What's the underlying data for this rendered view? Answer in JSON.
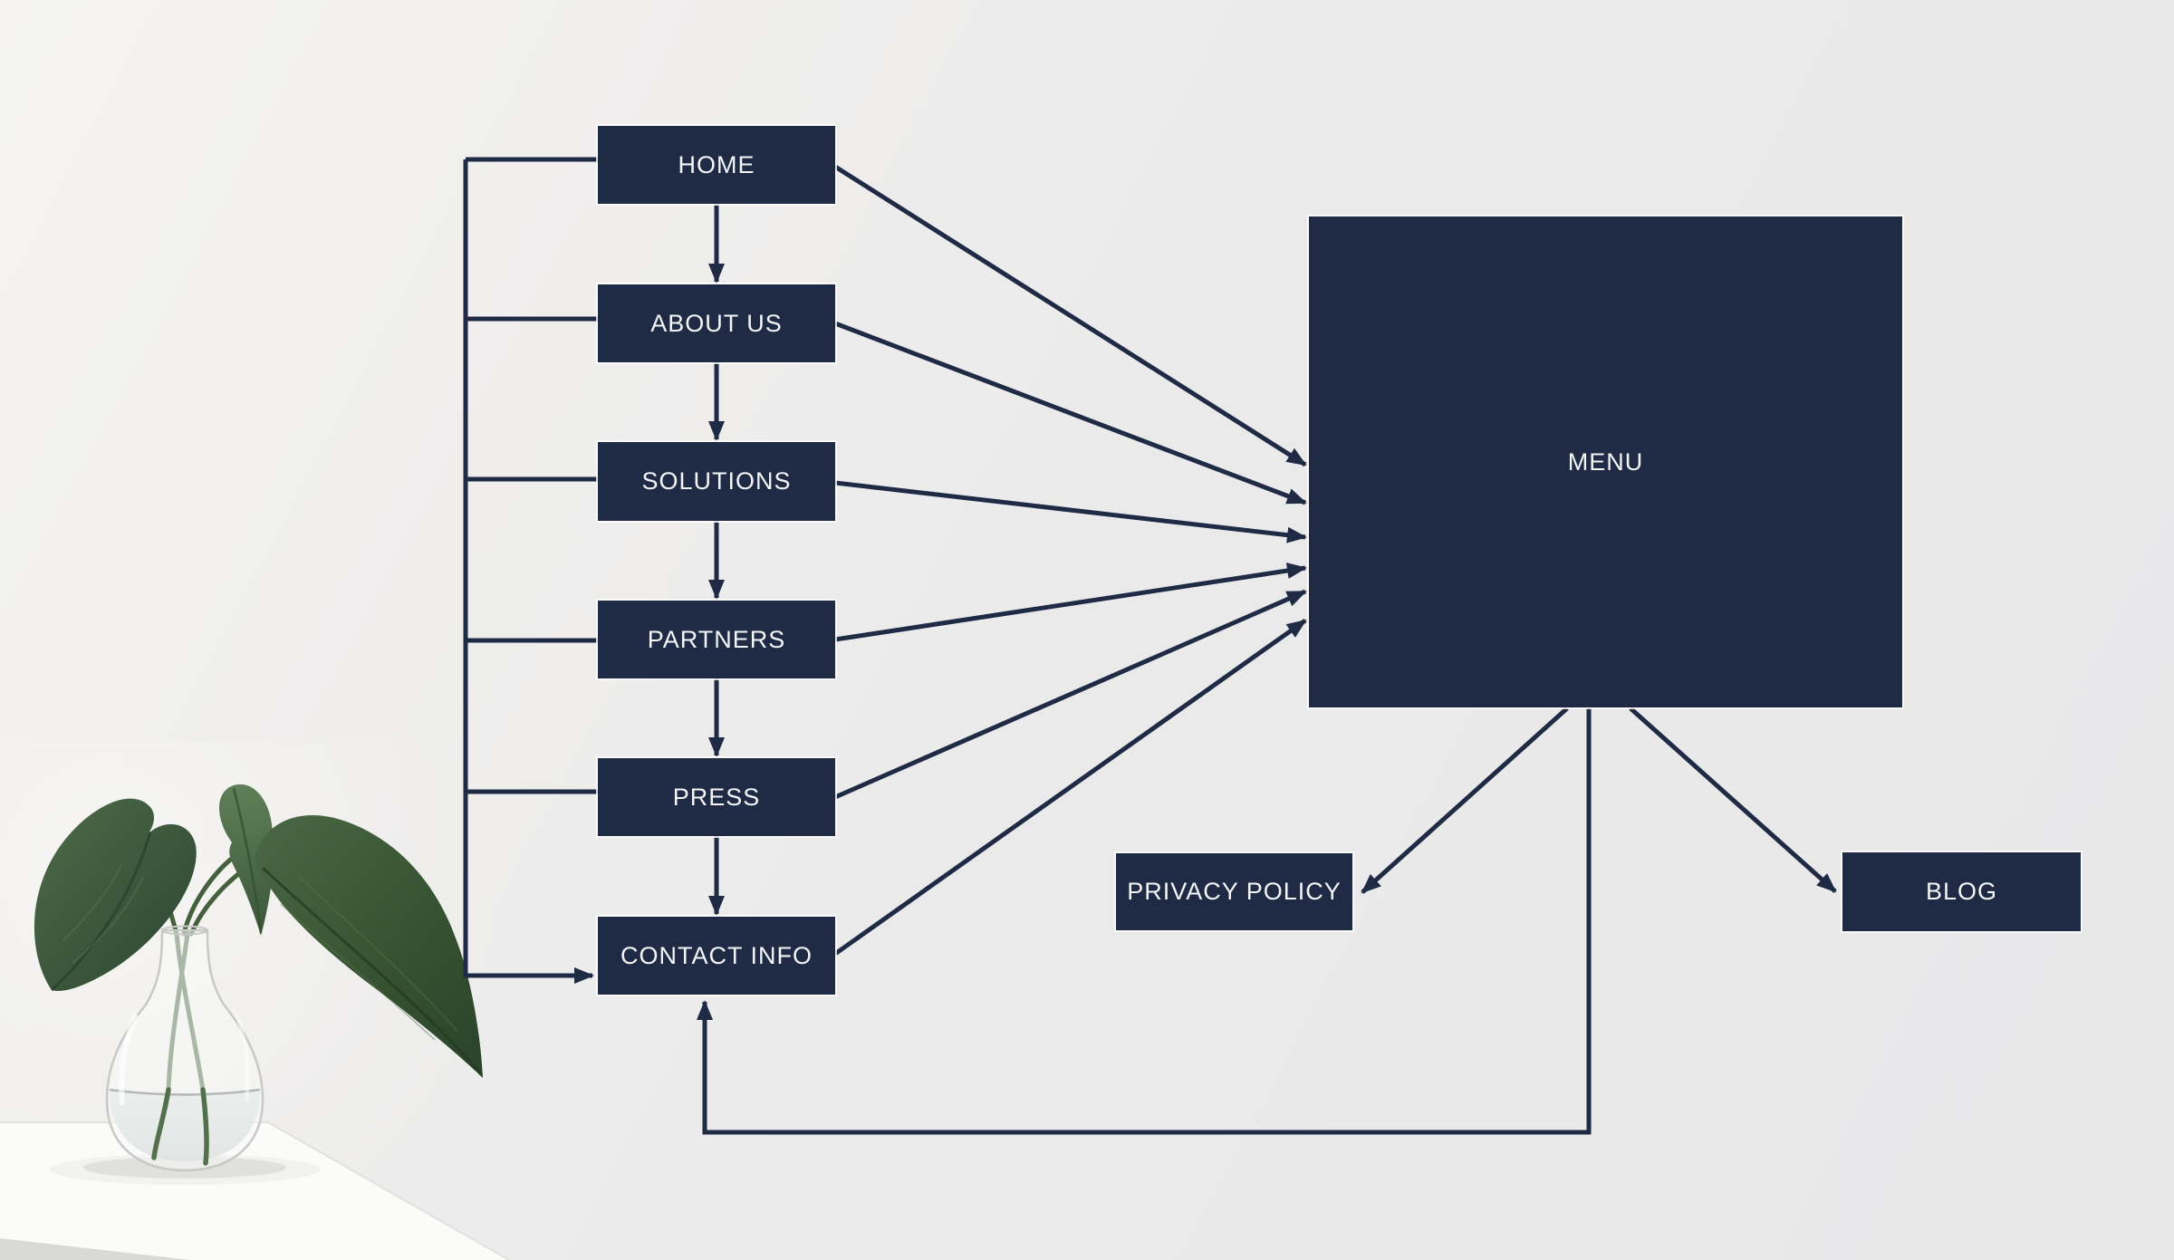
{
  "diagram": {
    "type": "sitemap-flowchart",
    "colors": {
      "node_fill": "#1f2a45",
      "node_outline": "#fdfdfd",
      "node_text": "#f3f5f7",
      "line": "#1f2a45",
      "background": "#eaeaeb"
    },
    "nodes": {
      "home": {
        "label": "HOME"
      },
      "about_us": {
        "label": "ABOUT US"
      },
      "solutions": {
        "label": "SOLUTIONS"
      },
      "partners": {
        "label": "PARTNERS"
      },
      "press": {
        "label": "PRESS"
      },
      "contact_info": {
        "label": "CONTACT INFO"
      },
      "menu": {
        "label": "MENU"
      },
      "privacy_policy": {
        "label": "PRIVACY POLICY"
      },
      "blog": {
        "label": "BLOG"
      }
    },
    "edges": [
      {
        "from": "home",
        "to": "about_us",
        "style": "arrow-down"
      },
      {
        "from": "about_us",
        "to": "solutions",
        "style": "arrow-down"
      },
      {
        "from": "solutions",
        "to": "partners",
        "style": "arrow-down"
      },
      {
        "from": "partners",
        "to": "press",
        "style": "arrow-down"
      },
      {
        "from": "press",
        "to": "contact_info",
        "style": "arrow-down"
      },
      {
        "from": "home",
        "to": "contact_info",
        "style": "left-rail-arrow"
      },
      {
        "from": "about_us",
        "to": "contact_info",
        "style": "left-rail-arrow"
      },
      {
        "from": "solutions",
        "to": "contact_info",
        "style": "left-rail-arrow"
      },
      {
        "from": "partners",
        "to": "contact_info",
        "style": "left-rail-arrow"
      },
      {
        "from": "press",
        "to": "contact_info",
        "style": "left-rail-arrow"
      },
      {
        "from": "home",
        "to": "menu",
        "style": "diagonal-arrow"
      },
      {
        "from": "about_us",
        "to": "menu",
        "style": "diagonal-arrow"
      },
      {
        "from": "solutions",
        "to": "menu",
        "style": "diagonal-arrow"
      },
      {
        "from": "partners",
        "to": "menu",
        "style": "diagonal-arrow"
      },
      {
        "from": "press",
        "to": "menu",
        "style": "diagonal-arrow"
      },
      {
        "from": "contact_info",
        "to": "menu",
        "style": "diagonal-arrow"
      },
      {
        "from": "menu",
        "to": "privacy_policy",
        "style": "diagonal-arrow"
      },
      {
        "from": "menu",
        "to": "blog",
        "style": "diagonal-arrow"
      },
      {
        "from": "menu",
        "to": "contact_info",
        "style": "bottom-loop-arrow"
      }
    ]
  },
  "decor": {
    "plant_photo_alt": "Green leaves in a clear glass vase of water on a white table"
  }
}
